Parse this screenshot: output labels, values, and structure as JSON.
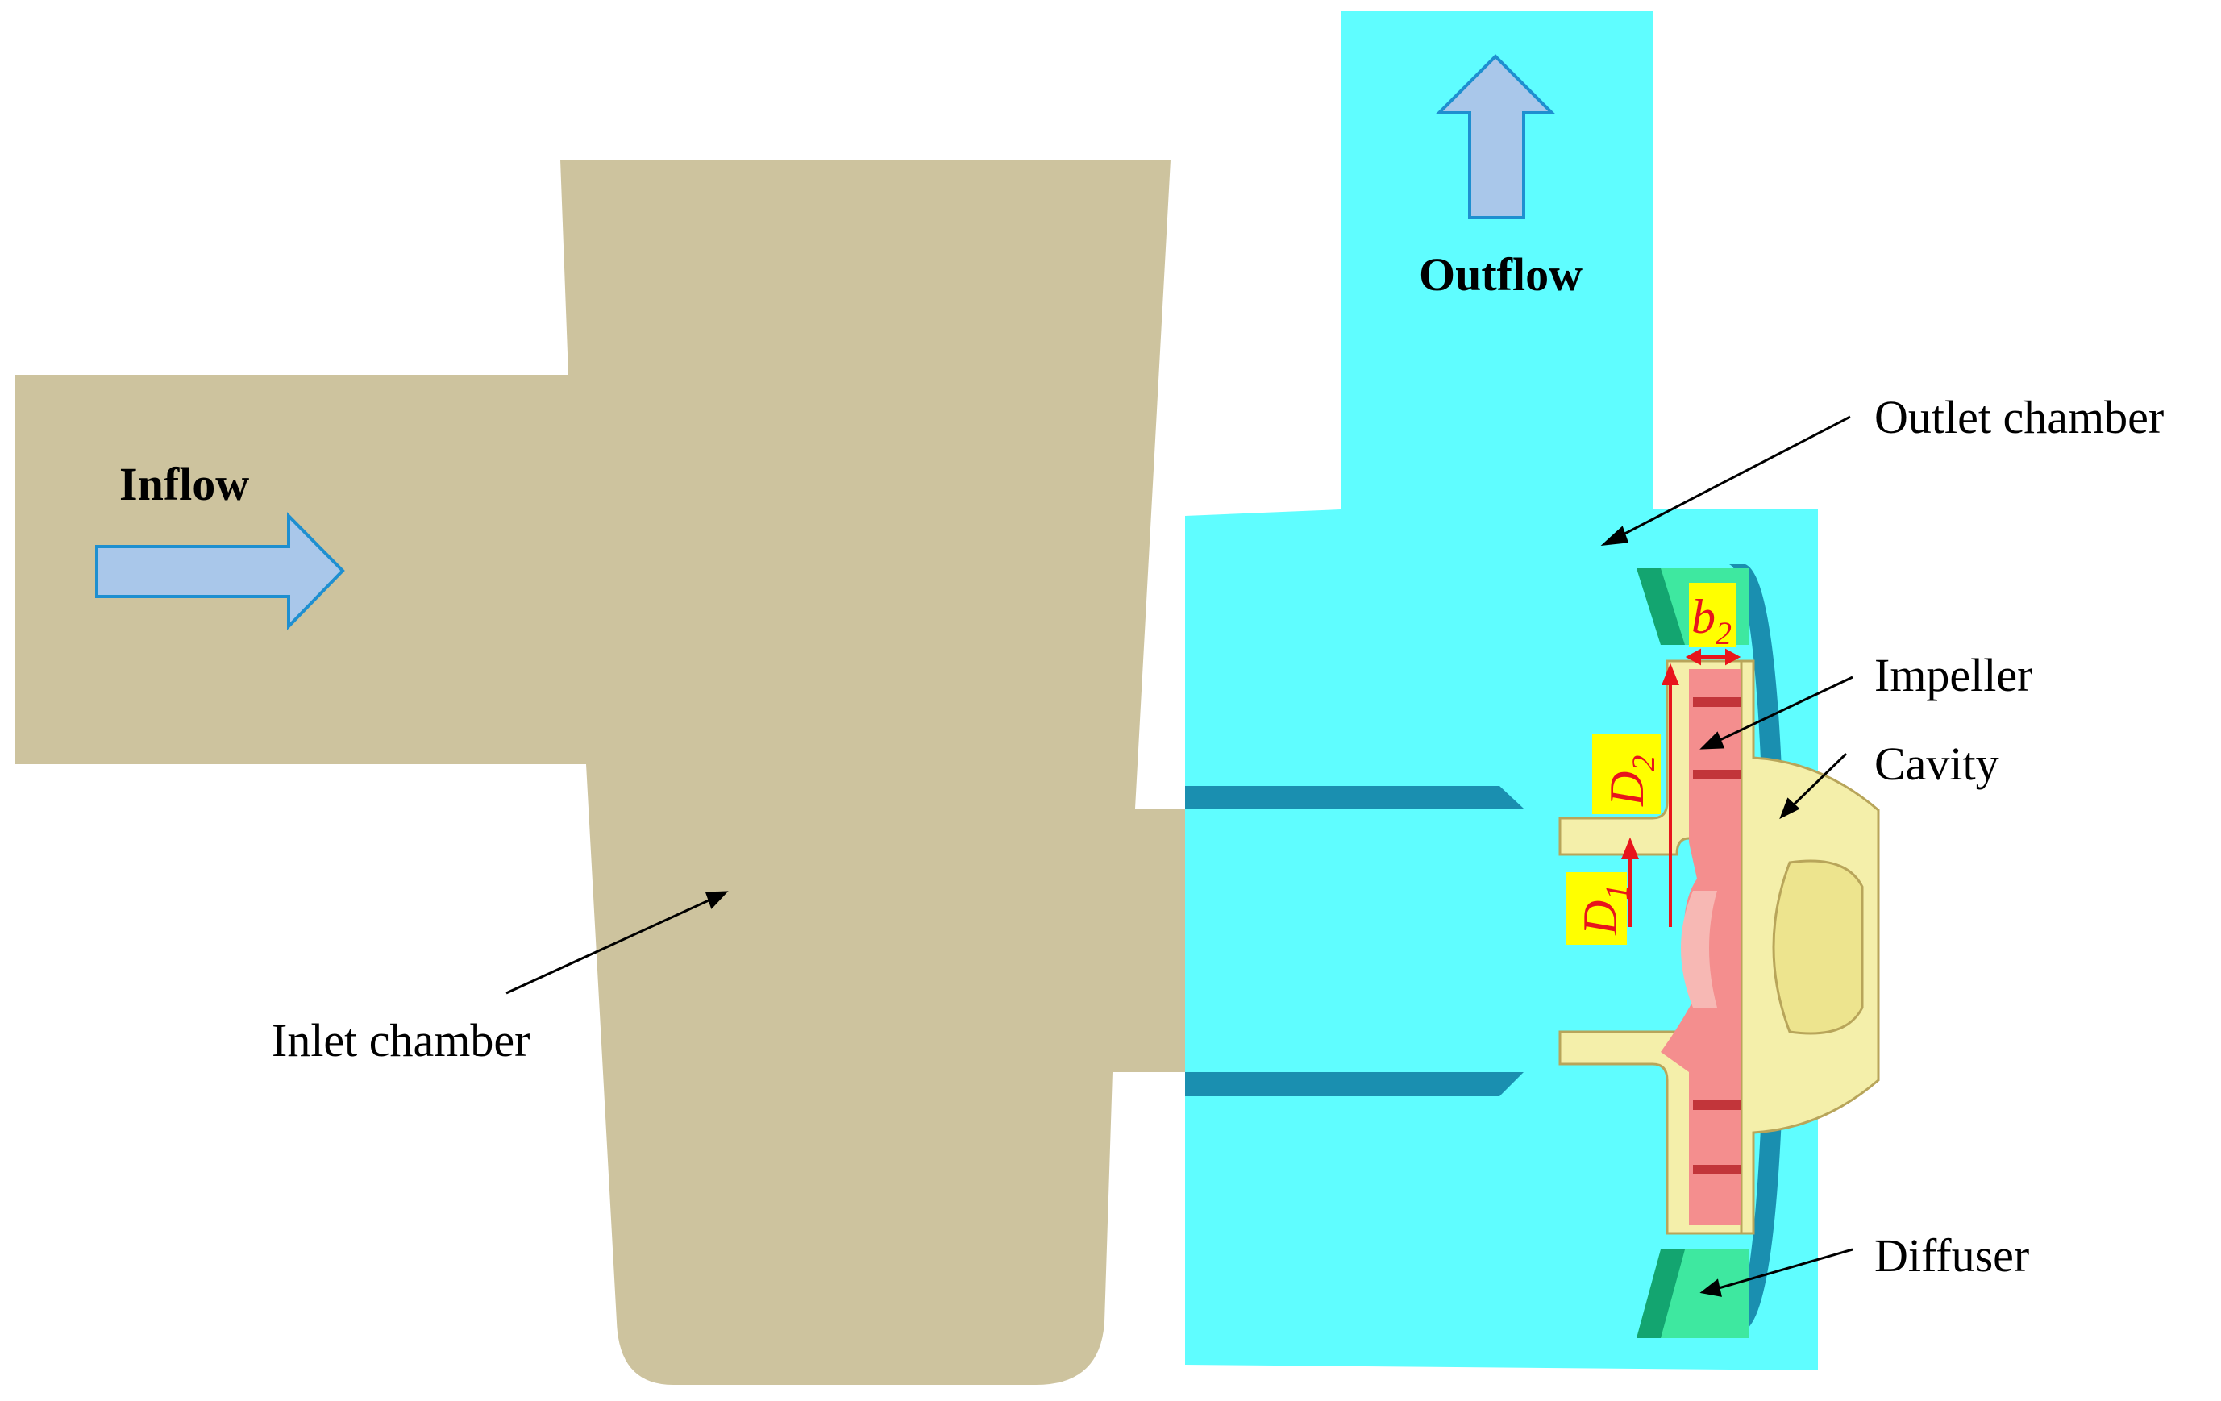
{
  "labels": {
    "inflow": "Inflow",
    "outflow": "Outflow",
    "outlet_chamber": "Outlet chamber",
    "impeller": "Impeller",
    "cavity": "Cavity",
    "inlet_chamber": "Inlet chamber",
    "diffuser": "Diffuser"
  },
  "dimensions": {
    "b2": {
      "symbol": "b",
      "subscript": "2"
    },
    "d2": {
      "symbol": "D",
      "subscript": "2"
    },
    "d1": {
      "symbol": "D",
      "subscript": "1"
    }
  },
  "colors": {
    "inlet_chamber": "#cdc39e",
    "outlet_chamber": "#5ffdff",
    "outlet_shadow": "#1a8fb0",
    "impeller": "#f48e8e",
    "impeller_dark": "#c2353a",
    "cavity": "#f4efaa",
    "cavity_edge": "#b8a55a",
    "diffuser": "#3ee8a0",
    "arrow_fill": "#a9c7ea",
    "arrow_stroke": "#1e8fd0",
    "dimension": "#e8141c",
    "dimension_bg": "#ffff00"
  }
}
